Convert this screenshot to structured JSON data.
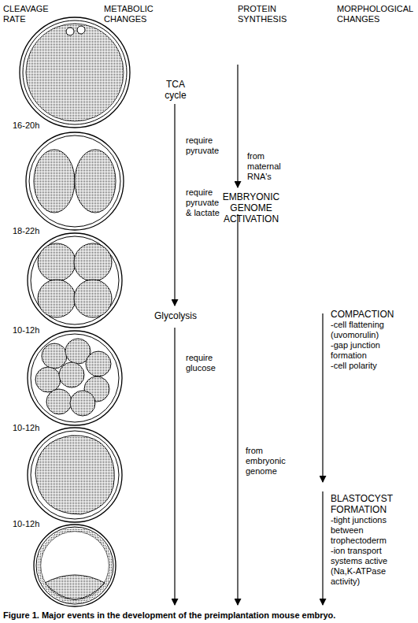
{
  "diagram": {
    "caption": "Figure 1. Major events in the development of the preimplantation mouse embryo.",
    "labels": [
      "CLEAVAGE RATE",
      "METABOLIC CHANGES",
      "PROTEIN SYNTHESIS",
      "MORPHOLOGICAL CHANGES",
      "TCA cycle",
      "16-20h",
      "require pyruvate",
      "from maternal RNA's",
      "require pyruvate & lactate",
      "EMBRYONIC GENOME ACTIVATION",
      "18-22h",
      "COMPACTION",
      "-cell flattening (uvomorulin)",
      "-gap junction formation",
      "-cell polarity",
      "Glycolysis",
      "10-12h",
      "require glucose",
      "10-12h",
      "from embryonic genome",
      "BLASTOCYST FORMATION",
      "-tight junctions between trophectoderm",
      "-ion transport systems active (Na,K-ATPase activity)",
      "10-12h"
    ]
  }
}
